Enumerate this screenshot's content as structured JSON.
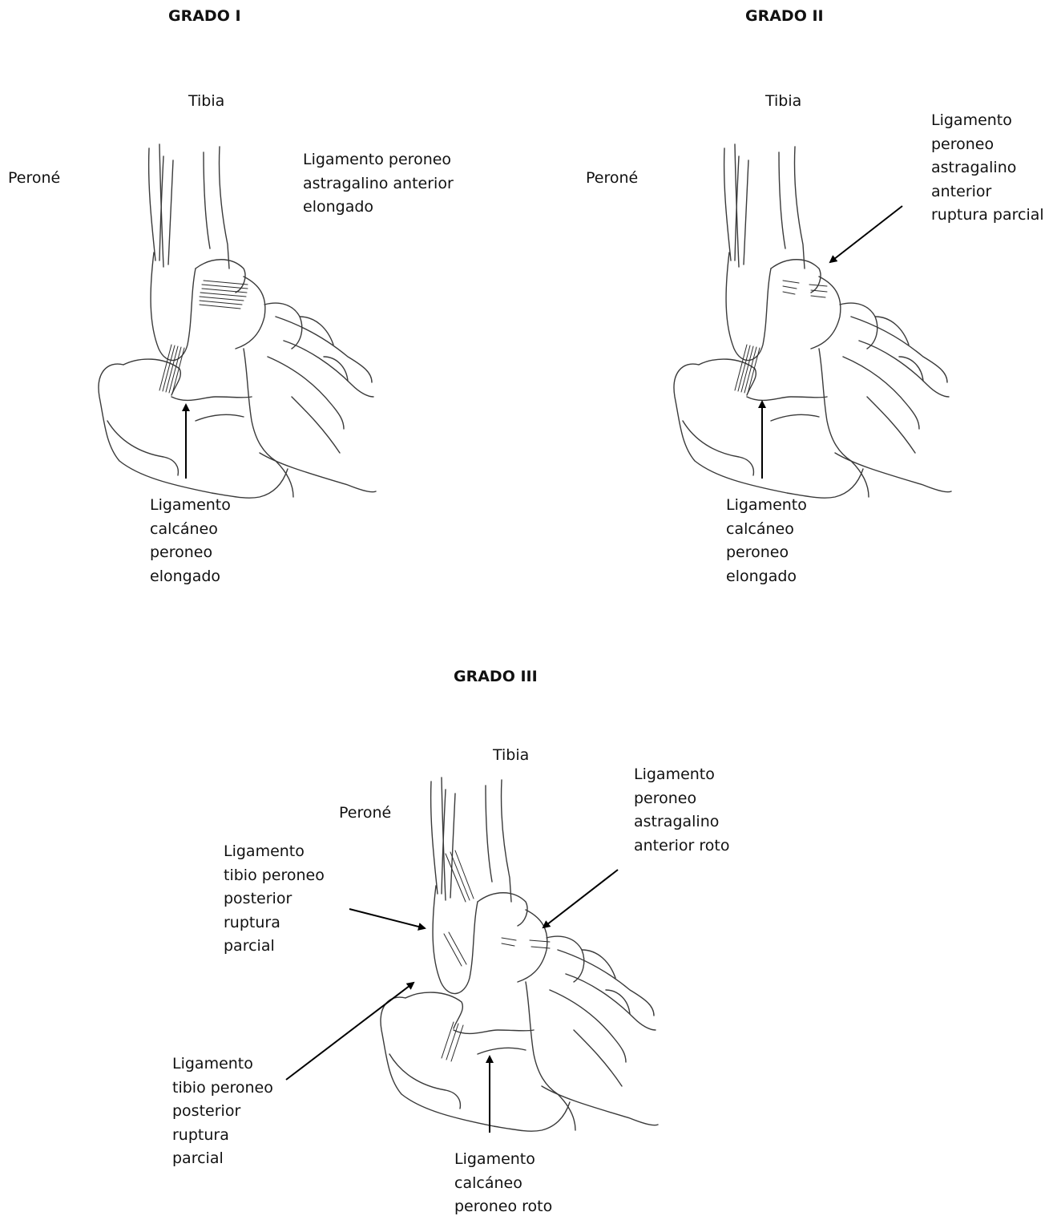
{
  "panels": [
    {
      "title": "GRADO I",
      "tibia": "Tibia",
      "perone": "Peroné",
      "upper_label": [
        "Ligamento peroneo",
        "astragalino anterior",
        "elongado"
      ],
      "lower_label": [
        "Ligamento",
        "calcáneo",
        "peroneo",
        "elongado"
      ]
    },
    {
      "title": "GRADO II",
      "tibia": "Tibia",
      "perone": "Peroné",
      "upper_label": [
        "Ligamento",
        "peroneo",
        "astragalino",
        "anterior",
        "ruptura parcial"
      ],
      "lower_label": [
        "Ligamento",
        "calcáneo",
        "peroneo",
        "elongado"
      ]
    },
    {
      "title": "GRADO III",
      "tibia": "Tibia",
      "perone": "Peroné",
      "upper_right_label": [
        "Ligamento",
        "peroneo",
        "astragalino",
        "anterior roto"
      ],
      "left_upper_label": [
        "Ligamento",
        "tibio peroneo",
        "posterior",
        "ruptura",
        "parcial"
      ],
      "left_lower_label": [
        "Ligamento",
        "tibio peroneo",
        "posterior",
        "ruptura",
        "parcial"
      ],
      "bottom_label": [
        "Ligamento",
        "calcáneo",
        "peroneo roto"
      ]
    }
  ]
}
